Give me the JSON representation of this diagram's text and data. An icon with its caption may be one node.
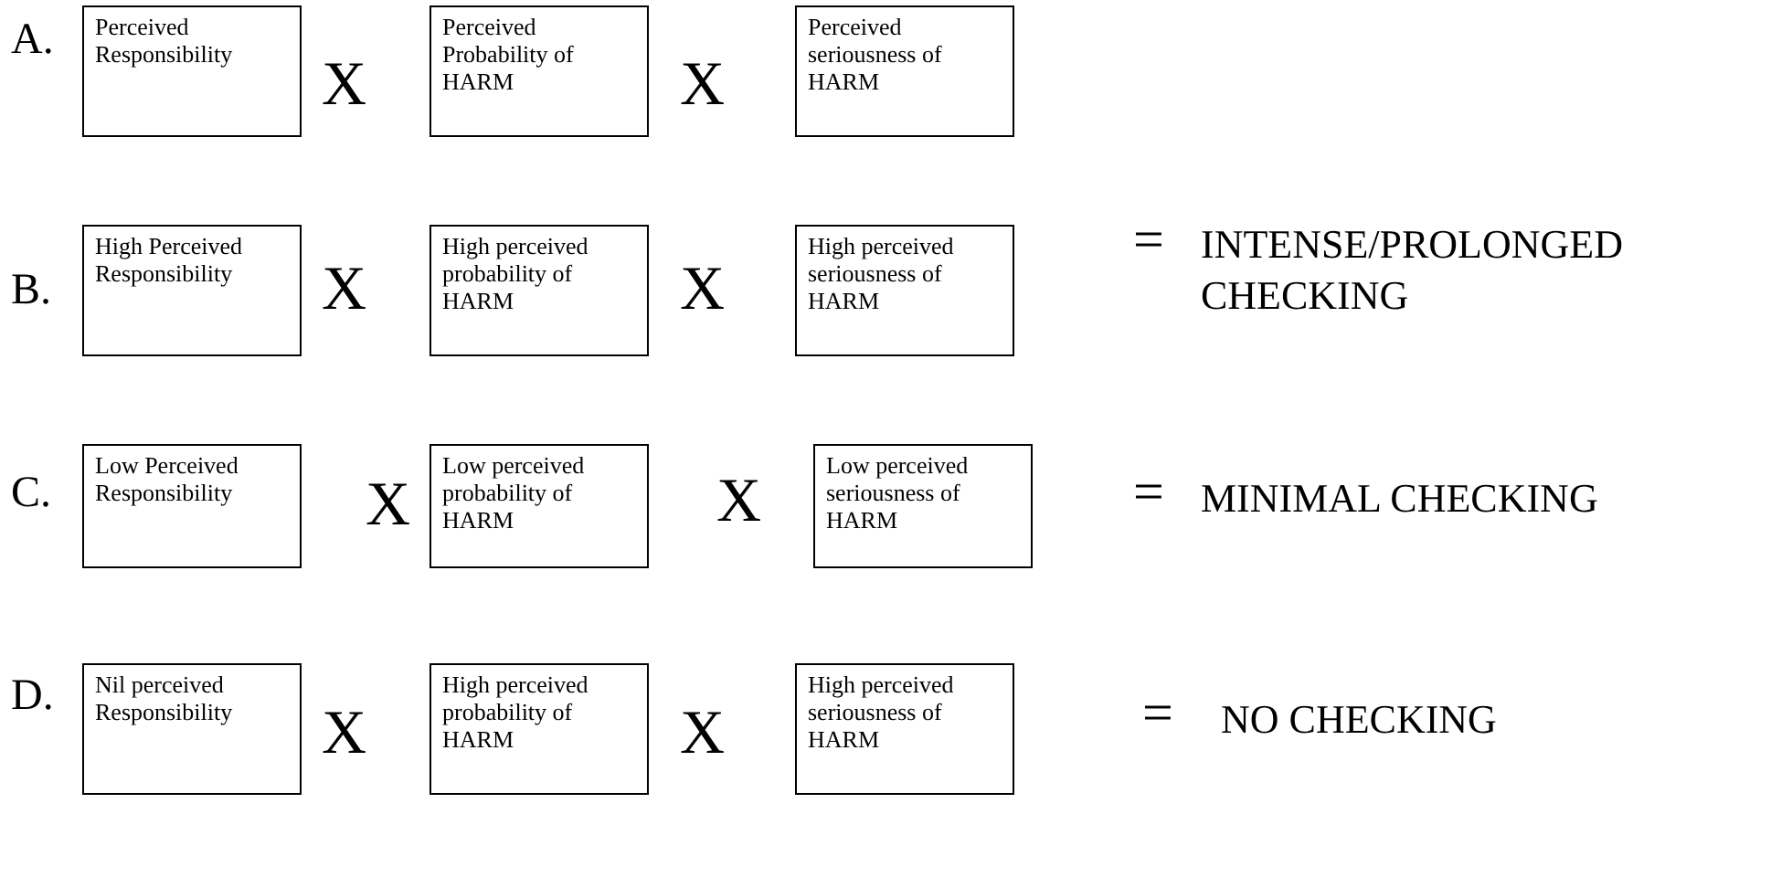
{
  "diagram": {
    "nodes": [
      {
        "text": [
          "Perceived Responsibility"
        ]
      },
      {
        "text": [
          "Perceived Probability of HARM"
        ]
      },
      {
        "text": [
          "Perceived seriousness of HARM"
        ]
      },
      {
        "text": [
          "High Perceived Responsibility"
        ]
      },
      {
        "text": [
          "High perceived probability of HARM"
        ]
      },
      {
        "text": [
          "High perceived seriousness of HARM"
        ]
      },
      {
        "text": [
          "Low Perceived Responsibility"
        ]
      },
      {
        "text": [
          "Low perceived probability of HARM"
        ]
      },
      {
        "text": [
          "Low perceived seriousness of HARM"
        ]
      },
      {
        "text": [
          "Nil perceived Responsibility"
        ]
      },
      {
        "text": [
          "High perceived probability of HARM"
        ]
      },
      {
        "text": [
          "High perceived seriousness of HARM"
        ]
      }
    ],
    "labels": [
      "A.",
      "X",
      "X",
      "B.",
      "X",
      "X",
      "=",
      "INTENSE/PROLONGED CHECKING",
      "C.",
      "X",
      "X",
      "=",
      "MINIMAL CHECKING",
      "D.",
      "X",
      "X",
      "=",
      "NO CHECKING"
    ]
  }
}
